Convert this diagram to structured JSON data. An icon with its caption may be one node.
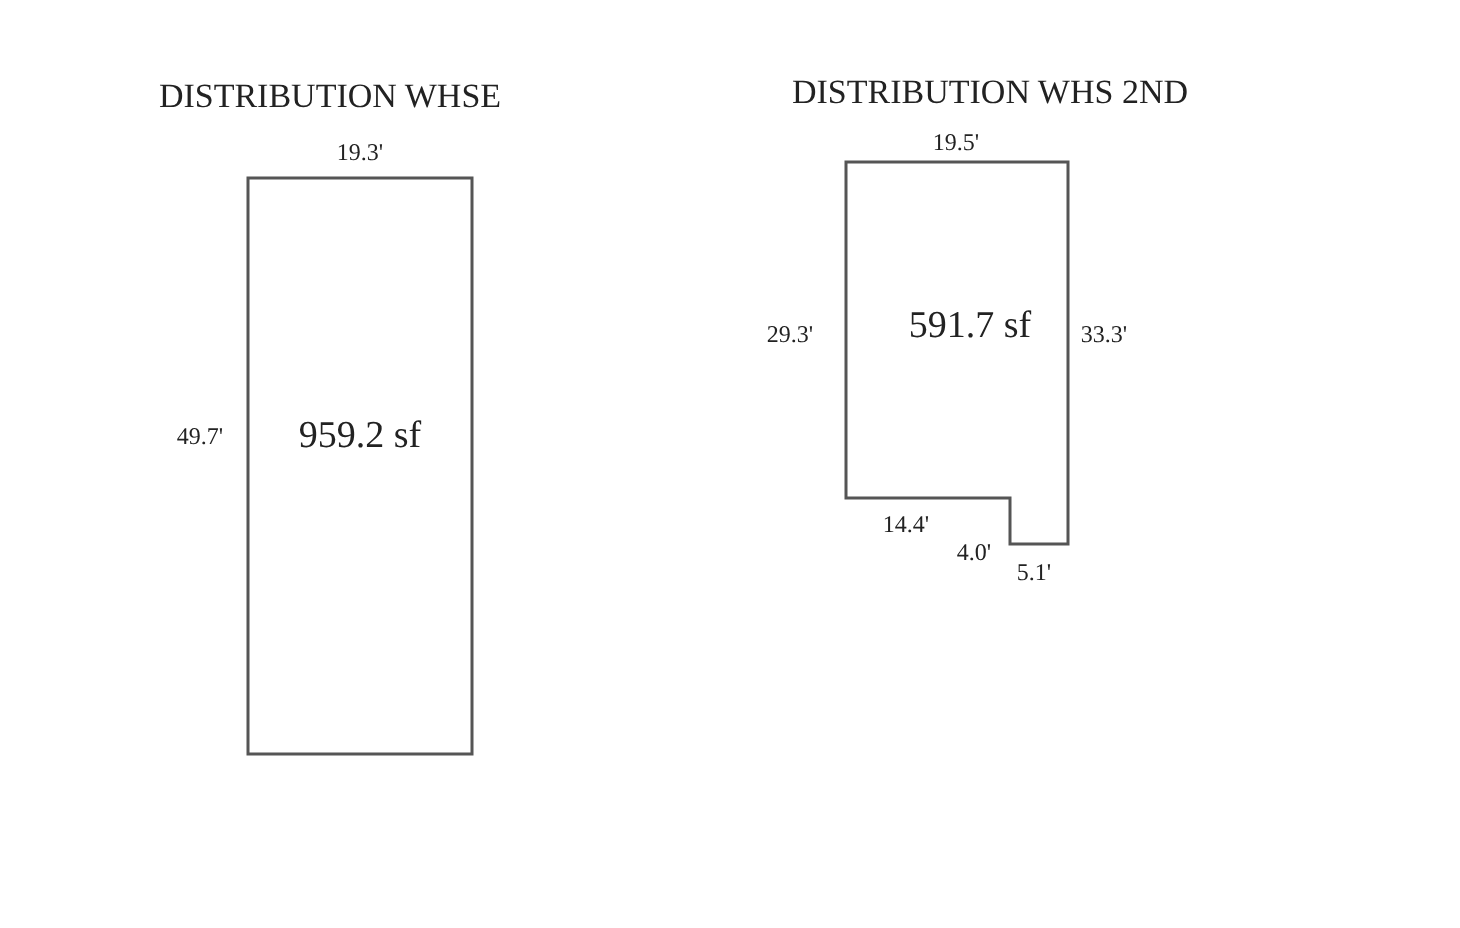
{
  "diagram": {
    "nodes": [
      {
        "text": [
          "DISTRIBUTION WHSE",
          "959.2 sf"
        ]
      },
      {
        "text": [
          "DISTRIBUTION WHS 2ND",
          "591.7 sf"
        ]
      }
    ],
    "labels": [
      "19.3'",
      "19.5'",
      "29.3'",
      "33.3'",
      "49.7'",
      "14.4'",
      "4.0'",
      "5.1'"
    ]
  }
}
